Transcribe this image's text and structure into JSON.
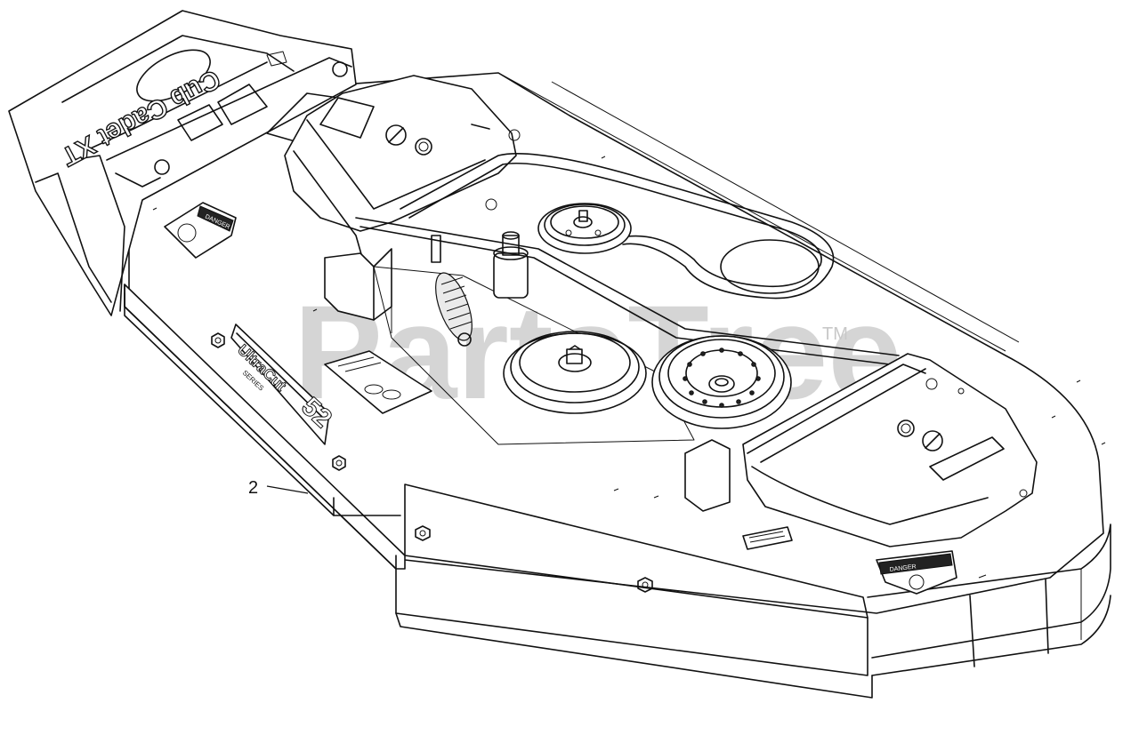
{
  "callouts": [
    {
      "label": "2"
    }
  ],
  "watermark": {
    "text": "PartsTree",
    "trademark": "TM",
    "color": "#c8c8c8"
  },
  "decals": {
    "brand_logo": "Cub Cadet XT",
    "deck_badge_brand": "UltraCut",
    "deck_badge_size": "52",
    "deck_badge_sub": "SERIES",
    "danger_left": "DANGER",
    "danger_right": "DANGER"
  },
  "colors": {
    "line": "#111111",
    "background": "#ffffff"
  },
  "icons": [
    "hex-bolt-icon",
    "pulley-icon",
    "danger-decal-icon",
    "no-hands-icon"
  ]
}
